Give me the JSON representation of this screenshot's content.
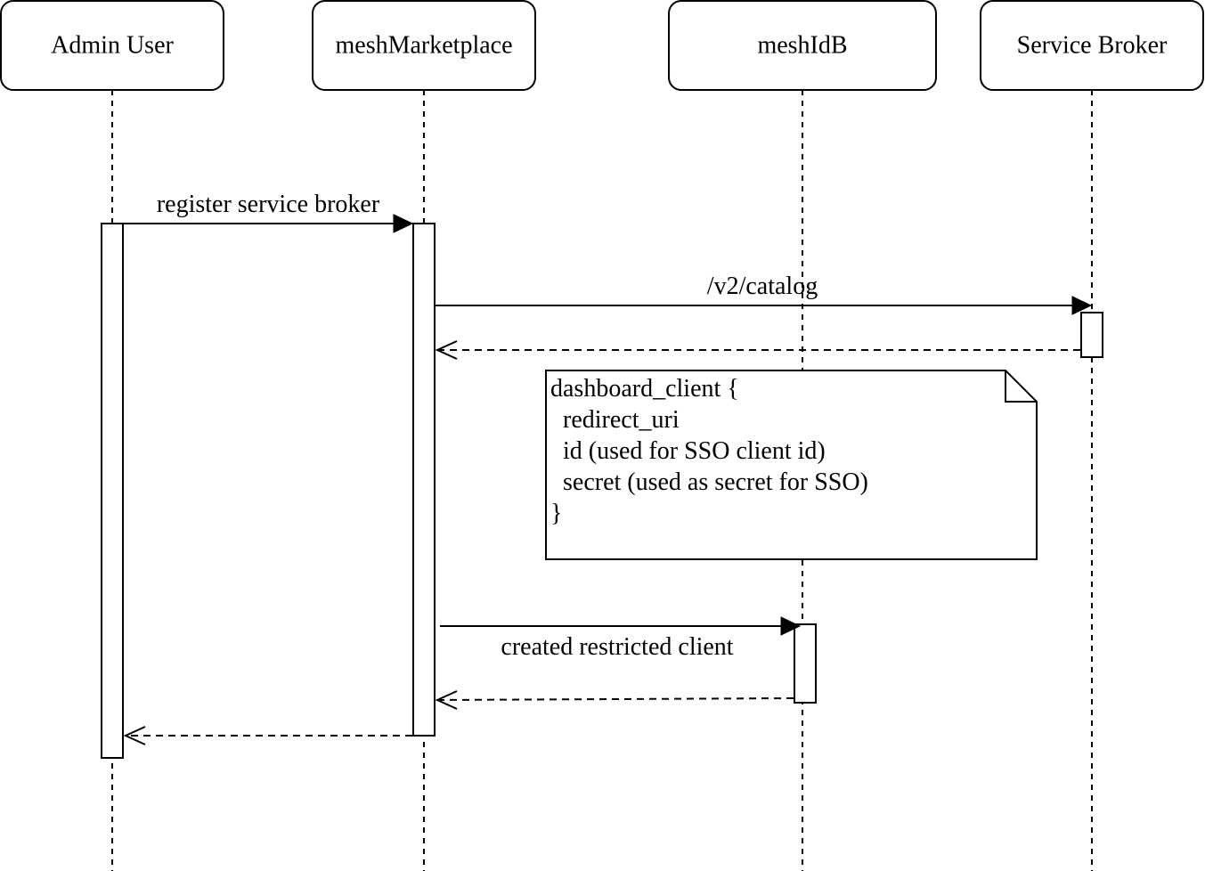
{
  "participants": [
    {
      "id": "admin",
      "label": "Admin User"
    },
    {
      "id": "market",
      "label": "meshMarketplace"
    },
    {
      "id": "idb",
      "label": "meshIdB"
    },
    {
      "id": "broker",
      "label": "Service Broker"
    }
  ],
  "messages": [
    {
      "id": "register",
      "from": "admin",
      "to": "market",
      "style": "solid",
      "label": "register service broker"
    },
    {
      "id": "catalog",
      "from": "market",
      "to": "broker",
      "style": "solid",
      "label": "/v2/catalog"
    },
    {
      "id": "catalog-return",
      "from": "broker",
      "to": "market",
      "style": "dashed",
      "label": ""
    },
    {
      "id": "create-client",
      "from": "market",
      "to": "idb",
      "style": "solid",
      "label": "created restricted client"
    },
    {
      "id": "create-client-return",
      "from": "idb",
      "to": "market",
      "style": "dashed",
      "label": ""
    },
    {
      "id": "register-return",
      "from": "market",
      "to": "admin",
      "style": "dashed",
      "label": ""
    }
  ],
  "note": {
    "lines": [
      "dashboard_client {",
      "  redirect_uri",
      "  id (used for SSO client id)",
      "  secret (used as secret for SSO)",
      "}"
    ]
  }
}
